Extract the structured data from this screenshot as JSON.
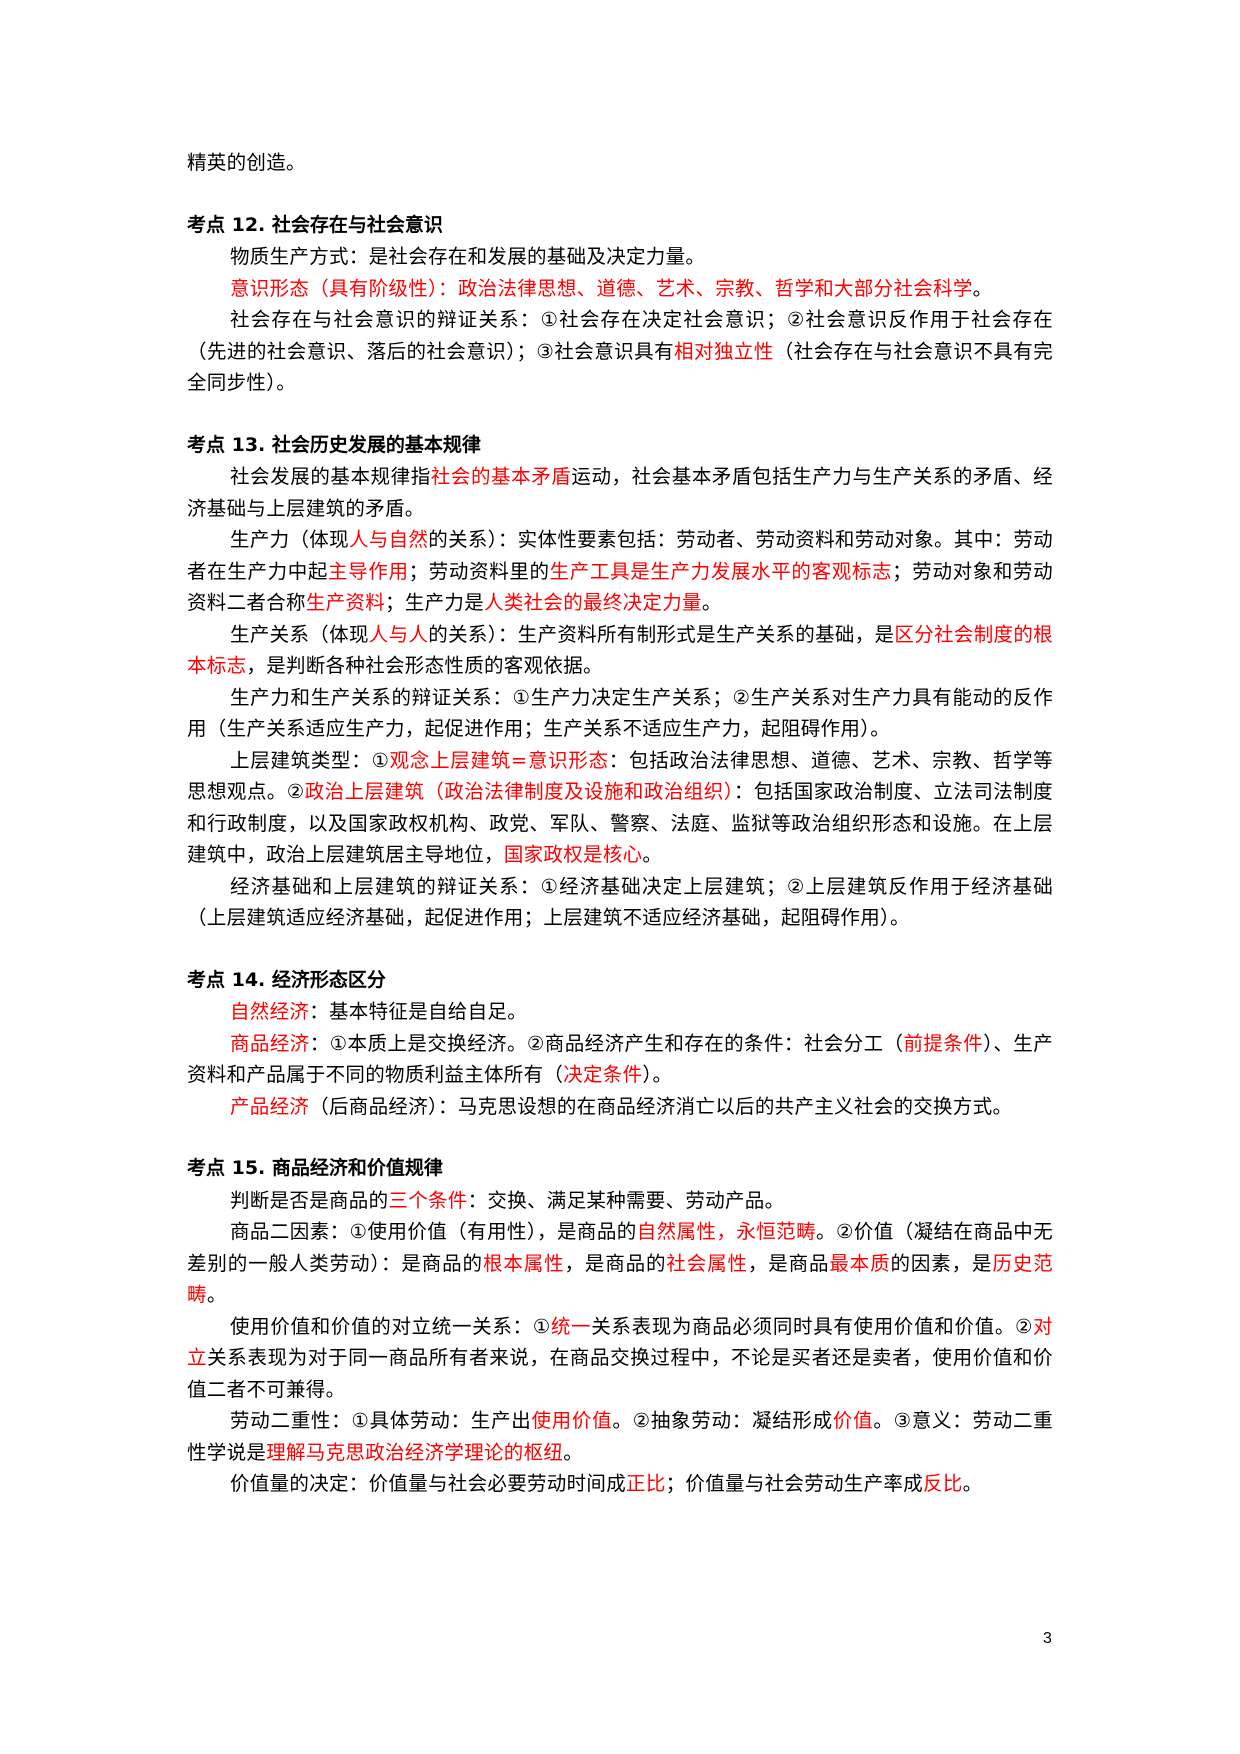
{
  "page_number": "3",
  "colors": {
    "text": "#000000",
    "highlight": "#ff0000"
  },
  "intro_tail": "精英的创造。",
  "sections": [
    {
      "heading": "考点 12. 社会存在与社会意识",
      "paragraphs": [
        {
          "indent": true,
          "runs": [
            {
              "t": "物质生产方式：是社会存在和发展的基础及决定力量。",
              "red": false
            }
          ]
        },
        {
          "indent": true,
          "runs": [
            {
              "t": "意识形态（具有阶级性）：政治法律思想、道德、艺术、宗教、哲学和大部分社会科学",
              "red": true
            },
            {
              "t": "。",
              "red": false
            }
          ]
        },
        {
          "indent": true,
          "runs": [
            {
              "t": "社会存在与社会意识的辩证关系：①社会存在决定社会意识；②社会意识反作用于社会存在（先进的社会意识、落后的社会意识）；③社会意识具有",
              "red": false
            },
            {
              "t": "相对独立性",
              "red": true
            },
            {
              "t": "（社会存在与社会意识不具有完全同步性）。",
              "red": false
            }
          ]
        }
      ]
    },
    {
      "heading": "考点 13. 社会历史发展的基本规律",
      "paragraphs": [
        {
          "indent": true,
          "runs": [
            {
              "t": "社会发展的基本规律指",
              "red": false
            },
            {
              "t": "社会的基本矛盾",
              "red": true
            },
            {
              "t": "运动，社会基本矛盾包括生产力与生产关系的矛盾、经济基础与上层建筑的矛盾。",
              "red": false
            }
          ]
        },
        {
          "indent": true,
          "runs": [
            {
              "t": "生产力（体现",
              "red": false
            },
            {
              "t": "人与自然",
              "red": true
            },
            {
              "t": "的关系）：实体性要素包括：劳动者、劳动资料和劳动对象。其中：劳动者在生产力中起",
              "red": false
            },
            {
              "t": "主导作用",
              "red": true
            },
            {
              "t": "；劳动资料里的",
              "red": false
            },
            {
              "t": "生产工具是生产力发展水平的客观标志",
              "red": true
            },
            {
              "t": "；劳动对象和劳动资料二者合称",
              "red": false
            },
            {
              "t": "生产资料",
              "red": true
            },
            {
              "t": "；生产力是",
              "red": false
            },
            {
              "t": "人类社会的最终决定力量",
              "red": true
            },
            {
              "t": "。",
              "red": false
            }
          ]
        },
        {
          "indent": true,
          "runs": [
            {
              "t": "生产关系（体现",
              "red": false
            },
            {
              "t": "人与人",
              "red": true
            },
            {
              "t": "的关系）：生产资料所有制形式是生产关系的基础，是",
              "red": false
            },
            {
              "t": "区分社会制度的根本标志",
              "red": true
            },
            {
              "t": "，是判断各种社会形态性质的客观依据。",
              "red": false
            }
          ]
        },
        {
          "indent": true,
          "runs": [
            {
              "t": "生产力和生产关系的辩证关系：①生产力决定生产关系；②生产关系对生产力具有能动的反作用（生产关系适应生产力，起促进作用；生产关系不适应生产力，起阻碍作用）。",
              "red": false
            }
          ]
        },
        {
          "indent": true,
          "runs": [
            {
              "t": "上层建筑类型：①",
              "red": false
            },
            {
              "t": "观念上层建筑=意识形态",
              "red": true
            },
            {
              "t": "：包括政治法律思想、道德、艺术、宗教、哲学等思想观点。②",
              "red": false
            },
            {
              "t": "政治上层建筑（政治法律制度及设施和政治组织）",
              "red": true
            },
            {
              "t": "：包括国家政治制度、立法司法制度和行政制度，以及国家政权机构、政党、军队、警察、法庭、监狱等政治组织形态和设施。在上层建筑中，政治上层建筑居主导地位，",
              "red": false
            },
            {
              "t": "国家政权是核心",
              "red": true
            },
            {
              "t": "。",
              "red": false
            }
          ]
        },
        {
          "indent": true,
          "runs": [
            {
              "t": "经济基础和上层建筑的辩证关系：①经济基础决定上层建筑；②上层建筑反作用于经济基础（上层建筑适应经济基础，起促进作用；上层建筑不适应经济基础，起阻碍作用）。",
              "red": false
            }
          ]
        }
      ]
    },
    {
      "heading": "考点 14. 经济形态区分",
      "paragraphs": [
        {
          "indent": true,
          "runs": [
            {
              "t": "自然经济",
              "red": true
            },
            {
              "t": "：基本特征是自给自足。",
              "red": false
            }
          ]
        },
        {
          "indent": true,
          "runs": [
            {
              "t": "商品经济",
              "red": true
            },
            {
              "t": "：①本质上是交换经济。②商品经济产生和存在的条件：社会分工（",
              "red": false
            },
            {
              "t": "前提条件",
              "red": true
            },
            {
              "t": "）、生产资料和产品属于不同的物质利益主体所有（",
              "red": false
            },
            {
              "t": "决定条件",
              "red": true
            },
            {
              "t": "）。",
              "red": false
            }
          ]
        },
        {
          "indent": true,
          "runs": [
            {
              "t": "产品经济",
              "red": true
            },
            {
              "t": "（后商品经济）：马克思设想的在商品经济消亡以后的共产主义社会的交换方式。",
              "red": false
            }
          ]
        }
      ]
    },
    {
      "heading": "考点 15. 商品经济和价值规律",
      "paragraphs": [
        {
          "indent": true,
          "runs": [
            {
              "t": "判断是否是商品的",
              "red": false
            },
            {
              "t": "三个条件",
              "red": true
            },
            {
              "t": "：交换、满足某种需要、劳动产品。",
              "red": false
            }
          ]
        },
        {
          "indent": true,
          "runs": [
            {
              "t": "商品二因素：①使用价值（有用性），是商品的",
              "red": false
            },
            {
              "t": "自然属性，永恒范畴",
              "red": true
            },
            {
              "t": "。②价值（凝结在商品中无差别的一般人类劳动）：是商品的",
              "red": false
            },
            {
              "t": "根本属性",
              "red": true
            },
            {
              "t": "，是商品的",
              "red": false
            },
            {
              "t": "社会属性",
              "red": true
            },
            {
              "t": "，是商品",
              "red": false
            },
            {
              "t": "最本质",
              "red": true
            },
            {
              "t": "的因素，是",
              "red": false
            },
            {
              "t": "历史范畴",
              "red": true
            },
            {
              "t": "。",
              "red": false
            }
          ]
        },
        {
          "indent": true,
          "runs": [
            {
              "t": "使用价值和价值的对立统一关系：①",
              "red": false
            },
            {
              "t": "统一",
              "red": true
            },
            {
              "t": "关系表现为商品必须同时具有使用价值和价值。②",
              "red": false
            },
            {
              "t": "对立",
              "red": true
            },
            {
              "t": "关系表现为对于同一商品所有者来说，在商品交换过程中，不论是买者还是卖者，使用价值和价值二者不可兼得。",
              "red": false
            }
          ]
        },
        {
          "indent": true,
          "runs": [
            {
              "t": "劳动二重性：①具体劳动：生产出",
              "red": false
            },
            {
              "t": "使用价值",
              "red": true
            },
            {
              "t": "。②抽象劳动：凝结形成",
              "red": false
            },
            {
              "t": "价值",
              "red": true
            },
            {
              "t": "。③意义：劳动二重性学说是",
              "red": false
            },
            {
              "t": "理解马克思政治经济学理论的枢纽",
              "red": true
            },
            {
              "t": "。",
              "red": false
            }
          ]
        },
        {
          "indent": true,
          "runs": [
            {
              "t": "价值量的决定：价值量与社会必要劳动时间成",
              "red": false
            },
            {
              "t": "正比",
              "red": true
            },
            {
              "t": "；价值量与社会劳动生产率成",
              "red": false
            },
            {
              "t": "反比",
              "red": true
            },
            {
              "t": "。",
              "red": false
            }
          ]
        }
      ]
    }
  ]
}
